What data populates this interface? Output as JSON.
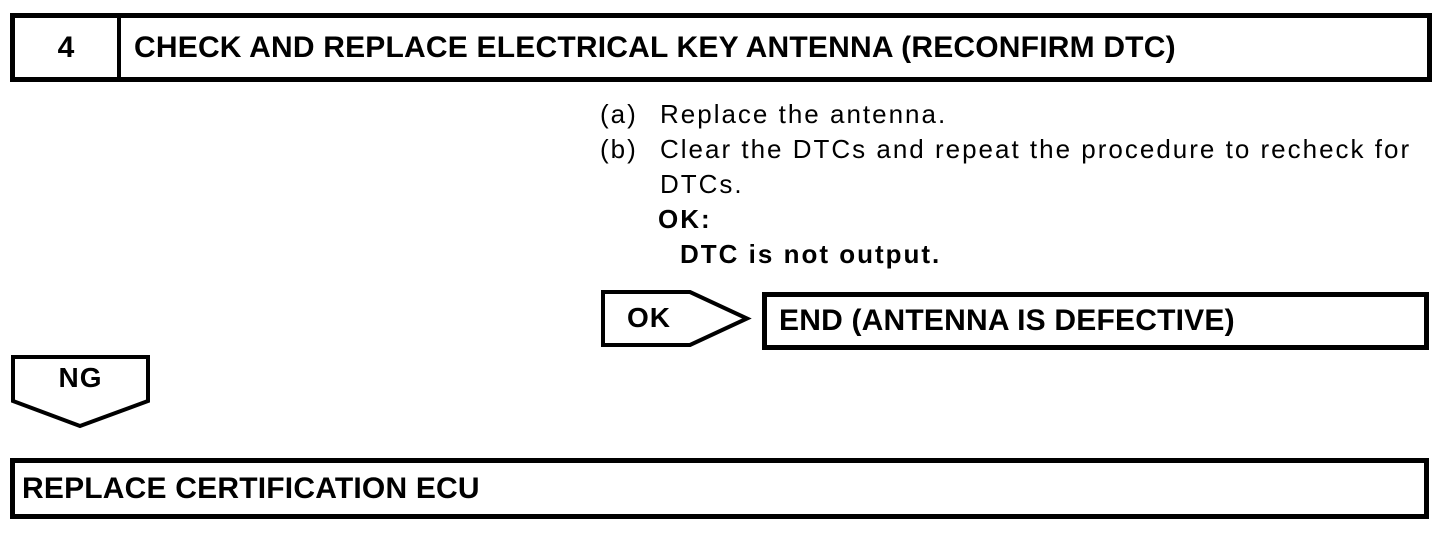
{
  "page": {
    "background": "#ffffff",
    "ink": "#000000"
  },
  "step_box": {
    "number": "4",
    "title": "CHECK AND REPLACE ELECTRICAL KEY ANTENNA (RECONFIRM DTC)"
  },
  "procedure": {
    "steps": [
      {
        "label": "(a)",
        "text": "Replace the antenna."
      },
      {
        "label": "(b)",
        "text": "Clear the DTCs and repeat the procedure to recheck for DTCs."
      }
    ],
    "ok_heading": "OK:",
    "ok_condition": "DTC is not output."
  },
  "ok_branch": {
    "connector_label": "OK",
    "result_text": "END (ANTENNA IS DEFECTIVE)"
  },
  "ng_branch": {
    "connector_label": "NG",
    "action_text": "REPLACE CERTIFICATION ECU"
  }
}
